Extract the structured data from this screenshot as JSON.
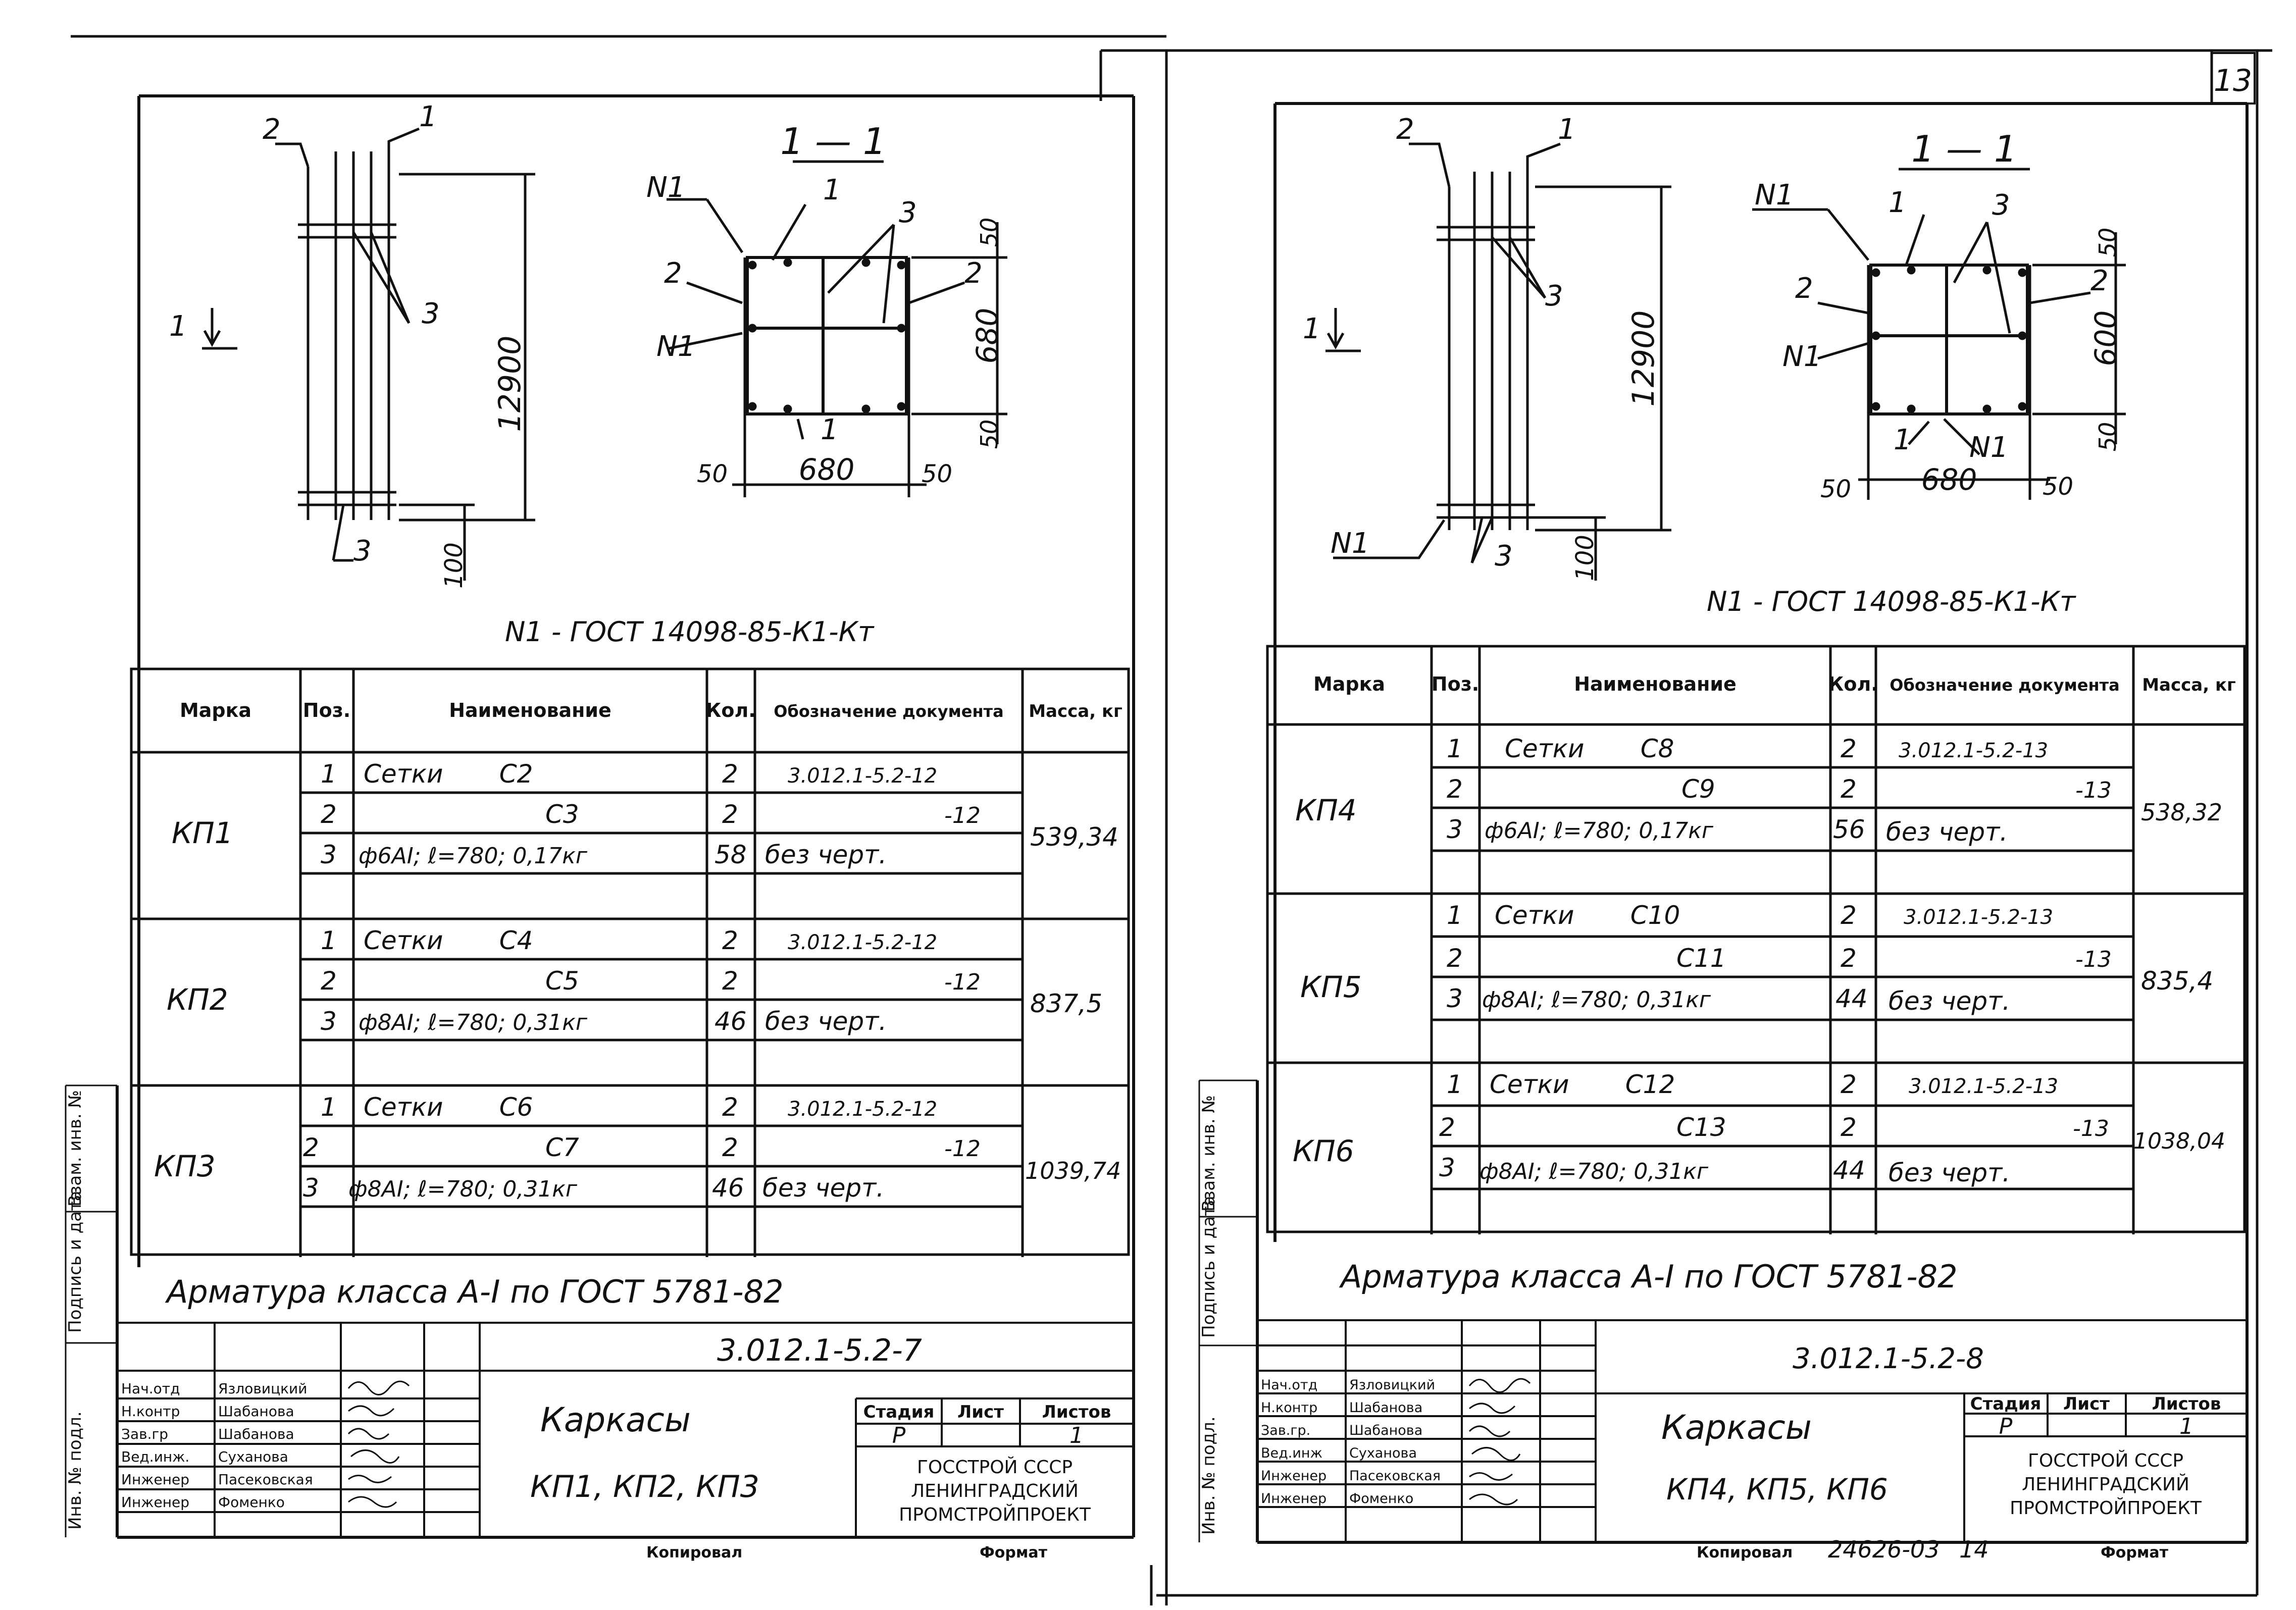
{
  "sheet_number": "13",
  "sheets": [
    {
      "id": "left",
      "section_title": "1 — 1",
      "section_marker": "1",
      "labels": {
        "rod_2": "2",
        "rod_1": "1",
        "rod_3_top": "3",
        "rod_3_bottom": "3",
        "height": "12900",
        "base": "100",
        "sec_n1_top": "N1",
        "sec_1_top": "1",
        "sec_3": "3",
        "sec_2_left": "2",
        "sec_2_right": "2",
        "sec_n1_mid": "N1",
        "sec_1_bottom": "1",
        "dim_top": "50",
        "dim_mid": "680",
        "dim_bottom": "50",
        "dim_left": "50",
        "dim_center": "680",
        "dim_right": "50",
        "note": "N1 - ГОСТ 14098-85-К1-Кт"
      },
      "table": {
        "headers": [
          "Марка",
          "Поз.",
          "Наименование",
          "Кол.",
          "Обозначение документа",
          "Масса, кг"
        ],
        "groups": [
          {
            "mark": "КП1",
            "mass": "539,34",
            "rows": [
              {
                "pos": "1",
                "name": "Сетки       С2",
                "qty": "2",
                "doc": "3.012.1-5.2-12"
              },
              {
                "pos": "2",
                "name": "С3",
                "qty": "2",
                "doc": "-12"
              },
              {
                "pos": "3",
                "name": "ф6АI; ℓ=780; 0,17кг",
                "qty": "58",
                "doc": "без черт."
              }
            ]
          },
          {
            "mark": "КП2",
            "mass": "837,5",
            "rows": [
              {
                "pos": "1",
                "name": "Сетки       С4",
                "qty": "2",
                "doc": "3.012.1-5.2-12"
              },
              {
                "pos": "2",
                "name": "С5",
                "qty": "2",
                "doc": "-12"
              },
              {
                "pos": "3",
                "name": "ф8АI; ℓ=780; 0,31кг",
                "qty": "46",
                "doc": "без черт."
              }
            ]
          },
          {
            "mark": "КП3",
            "mass": "1039,74",
            "rows": [
              {
                "pos": "1",
                "name": "Сетки       С6",
                "qty": "2",
                "doc": "3.012.1-5.2-12"
              },
              {
                "pos": "2",
                "name": "С7",
                "qty": "2",
                "doc": "-12"
              },
              {
                "pos": "3",
                "name": "ф8АI; ℓ=780; 0,31кг",
                "qty": "46",
                "doc": "без черт."
              }
            ]
          }
        ]
      },
      "rebar_note": "Арматура класса А-I по ГОСТ 5781-82",
      "title_block": {
        "code": "3.012.1-5.2-7",
        "title_line1": "Каркасы",
        "title_line2": "КП1, КП2, КП3",
        "stage_header": "Стадия",
        "sheet_header": "Лист",
        "sheets_header": "Листов",
        "stage": "Р",
        "sheet": "",
        "sheets": "1",
        "org_line1": "ГОССТРОЙ СССР",
        "org_line2": "ЛЕНИНГРАДСКИЙ",
        "org_line3": "ПРОМСТРОЙПРОЕКТ",
        "people": [
          {
            "role": "Нач.отд",
            "name": "Язловицкий"
          },
          {
            "role": "Н.контр",
            "name": "Шабанова"
          },
          {
            "role": "Зав.гр",
            "name": "Шабанова"
          },
          {
            "role": "Вед.инж.",
            "name": "Суханова"
          },
          {
            "role": "Инженер",
            "name": "Пасековская"
          },
          {
            "role": "Инженер",
            "name": "Фоменко"
          }
        ],
        "copied": "Копировал",
        "format": "Формат"
      },
      "side_stamp": [
        "Инв. № подл.",
        "Подпись и дата",
        "Взам. инв. №"
      ]
    },
    {
      "id": "right",
      "section_title": "1 — 1",
      "section_marker": "1",
      "labels": {
        "rod_2": "2",
        "rod_1": "1",
        "rod_3_top": "3",
        "rod_3_bottom": "3",
        "height": "12900",
        "base": "100",
        "n1_bottom": "N1",
        "sec_n1_top": "N1",
        "sec_1_top": "1",
        "sec_3": "3",
        "sec_2_left": "2",
        "sec_2_right": "2",
        "sec_n1_mid": "N1",
        "sec_1_bottom": "1",
        "sec_n1_bottom": "N1",
        "dim_top": "50",
        "dim_mid": "600",
        "dim_bottom": "50",
        "dim_left": "50",
        "dim_center": "680",
        "dim_right": "50",
        "note": "N1 - ГОСТ 14098-85-К1-Кт"
      },
      "table": {
        "headers": [
          "Марка",
          "Поз.",
          "Наименование",
          "Кол.",
          "Обозначение документа",
          "Масса, кг"
        ],
        "groups": [
          {
            "mark": "КП4",
            "mass": "538,32",
            "rows": [
              {
                "pos": "1",
                "name": "Сетки       С8",
                "qty": "2",
                "doc": "3.012.1-5.2-13"
              },
              {
                "pos": "2",
                "name": "С9",
                "qty": "2",
                "doc": "-13"
              },
              {
                "pos": "3",
                "name": "ф6АI; ℓ=780; 0,17кг",
                "qty": "56",
                "doc": "без черт."
              }
            ]
          },
          {
            "mark": "КП5",
            "mass": "835,4",
            "rows": [
              {
                "pos": "1",
                "name": "Сетки       С10",
                "qty": "2",
                "doc": "3.012.1-5.2-13"
              },
              {
                "pos": "2",
                "name": "С11",
                "qty": "2",
                "doc": "-13"
              },
              {
                "pos": "3",
                "name": "ф8АI; ℓ=780; 0,31кг",
                "qty": "44",
                "doc": "без черт."
              }
            ]
          },
          {
            "mark": "КП6",
            "mass": "1038,04",
            "rows": [
              {
                "pos": "1",
                "name": "Сетки       С12",
                "qty": "2",
                "doc": "3.012.1-5.2-13"
              },
              {
                "pos": "2",
                "name": "С13",
                "qty": "2",
                "doc": "-13"
              },
              {
                "pos": "3",
                "name": "ф8АI; ℓ=780; 0,31кг",
                "qty": "44",
                "doc": "без черт."
              }
            ]
          }
        ]
      },
      "rebar_note": "Арматура класса А-I по ГОСТ 5781-82",
      "title_block": {
        "code": "3.012.1-5.2-8",
        "title_line1": "Каркасы",
        "title_line2": "КП4, КП5, КП6",
        "stage_header": "Стадия",
        "sheet_header": "Лист",
        "sheets_header": "Листов",
        "stage": "Р",
        "sheet": "",
        "sheets": "1",
        "org_line1": "ГОССТРОЙ СССР",
        "org_line2": "ЛЕНИНГРАДСКИЙ",
        "org_line3": "ПРОМСТРОЙПРОЕКТ",
        "people": [
          {
            "role": "Нач.отд",
            "name": "Язловицкий"
          },
          {
            "role": "Н.контр",
            "name": "Шабанова"
          },
          {
            "role": "Зав.гр.",
            "name": "Шабанова"
          },
          {
            "role": "Вед.инж",
            "name": "Суханова"
          },
          {
            "role": "Инженер",
            "name": "Пасековская"
          },
          {
            "role": "Инженер",
            "name": "Фоменко"
          }
        ],
        "copied": "Копировал",
        "archive_no": "24626-03",
        "copy_sheet": "14",
        "format": "Формат"
      },
      "side_stamp": [
        "Инв. № подл.",
        "Подпись и дата",
        "Взам. инв. №"
      ]
    }
  ]
}
